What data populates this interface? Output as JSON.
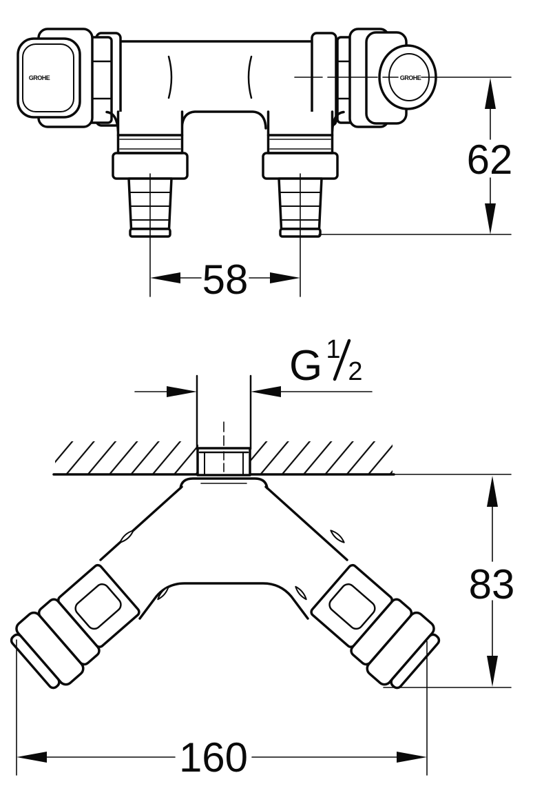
{
  "meta": {
    "background_color": "#ffffff",
    "line_color": "#0a0a0a",
    "drawing_type": "technical-dimension-drawing"
  },
  "brand": {
    "logo_text": "GROHE"
  },
  "dimensions": {
    "cap_center_to_hose_end": {
      "value": "62"
    },
    "hose_connector_spacing": {
      "value": "58"
    },
    "thread_size": {
      "prefix": "G",
      "numerator": "1",
      "denominator": "2"
    },
    "wall_to_valve_bottom": {
      "value": "83"
    },
    "overall_width": {
      "value": "160"
    }
  }
}
